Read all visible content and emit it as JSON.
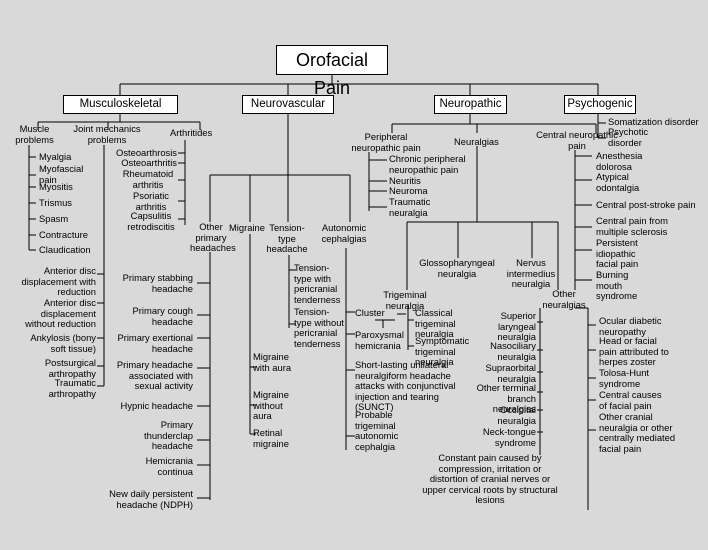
{
  "title": "Orofacial Pain",
  "categories": {
    "musculoskeletal": "Musculoskeletal",
    "neurovascular": "Neurovascular",
    "neuropathic": "Neuropathic",
    "psychogenic": "Psychogenic"
  },
  "musculoskeletal": {
    "muscle_problems": "Muscle problems",
    "muscle_items": [
      "Myalgia",
      "Myofascial pain",
      "Myositis",
      "Trismus",
      "Spasm",
      "Contracture",
      "Claudication"
    ],
    "joint_mechanics": "Joint mechanics problems",
    "joint_items": [
      "Anterior disc displacement with reduction",
      "Anterior disc displacement without reduction",
      "Ankylosis (bony soft tissue)",
      "Postsurgical arthropathy",
      "Traumatic arthropathy"
    ],
    "arthritides": "Arthritides",
    "arthritides_items": [
      "Osteoarthrosis",
      "Osteoarthritis",
      "Rheumatoid arthritis",
      "Psoriatic arthritis",
      "Capsulitis retrodiscitis"
    ]
  },
  "neurovascular": {
    "other_primary": "Other primary headaches",
    "other_primary_items": [
      "Primary stabbing headache",
      "Primary cough headache",
      "Primary exertional headache",
      "Primary headache associated with sexual activity",
      "Hypnic headache",
      "Primary thunderclap headache",
      "Hemicrania continua",
      "New daily persistent headache (NDPH)"
    ],
    "migraine": "Migraine",
    "migraine_items": [
      "Migraine with aura",
      "Migraine without aura",
      "Retinal migraine"
    ],
    "tension_type": "Tension-type headache",
    "tension_items": [
      "Tension-type with pericranial tenderness",
      "Tension-type without pericranial tenderness"
    ],
    "autonomic": "Autonomic cephalgias",
    "autonomic_items": [
      "Cluster",
      "Paroxysmal hemicrania",
      "Short-lasting unilateral neuralgiform headache attacks with conjunctival injection and tearing (SUNCT)",
      "Probable trigeminal autonomic cephalgia"
    ]
  },
  "neuropathic": {
    "peripheral": "Peripheral neuropathic pain",
    "peripheral_items": [
      "Chronic peripheral neuropathic pain",
      "Neuritis",
      "Neuroma",
      "Traumatic neuralgia"
    ],
    "neuralgias": "Neuralgias",
    "trigeminal": "Trigeminal neuralgia",
    "trigeminal_items": [
      "Classical trigeminal neuralgia",
      "Symptomatic trigeminal neuralgia"
    ],
    "glossopharyngeal": "Glossopharyngeal neuralgia",
    "nervus_intermedius": "Nervus intermedius neuralgia",
    "other_neuralgias": "Other neuralgias",
    "other_neuralgias_items": [
      "Superior laryngeal neuralgia",
      "Nasociliary neuralgia",
      "Supraorbital neuralgia",
      "Other terminal branch neuralgias",
      "Occipital neuralgia",
      "Neck-tongue syndrome",
      "Constant pain caused by compression, irritation or distortion of cranial nerves or upper cervical roots by structural lesions"
    ],
    "other_neuralgias_right": [
      "Ocular diabetic neuropathy",
      "Head or facial pain attributed to herpes zoster",
      "Tolosa-Hunt syndrome",
      "Central causes of facial pain",
      "Other cranial neuralgia or other centrally mediated facial pain"
    ],
    "central": "Central neuropathic pain",
    "central_items": [
      "Anesthesia dolorosa",
      "Atypical odontalgia",
      "Central post-stroke pain",
      "Central pain from multiple sclerosis",
      "Persistent idiopathic facial pain",
      "Burning mouth syndrome"
    ]
  },
  "psychogenic": {
    "items": [
      "Somatization disorder",
      "Psychotic disorder"
    ]
  }
}
